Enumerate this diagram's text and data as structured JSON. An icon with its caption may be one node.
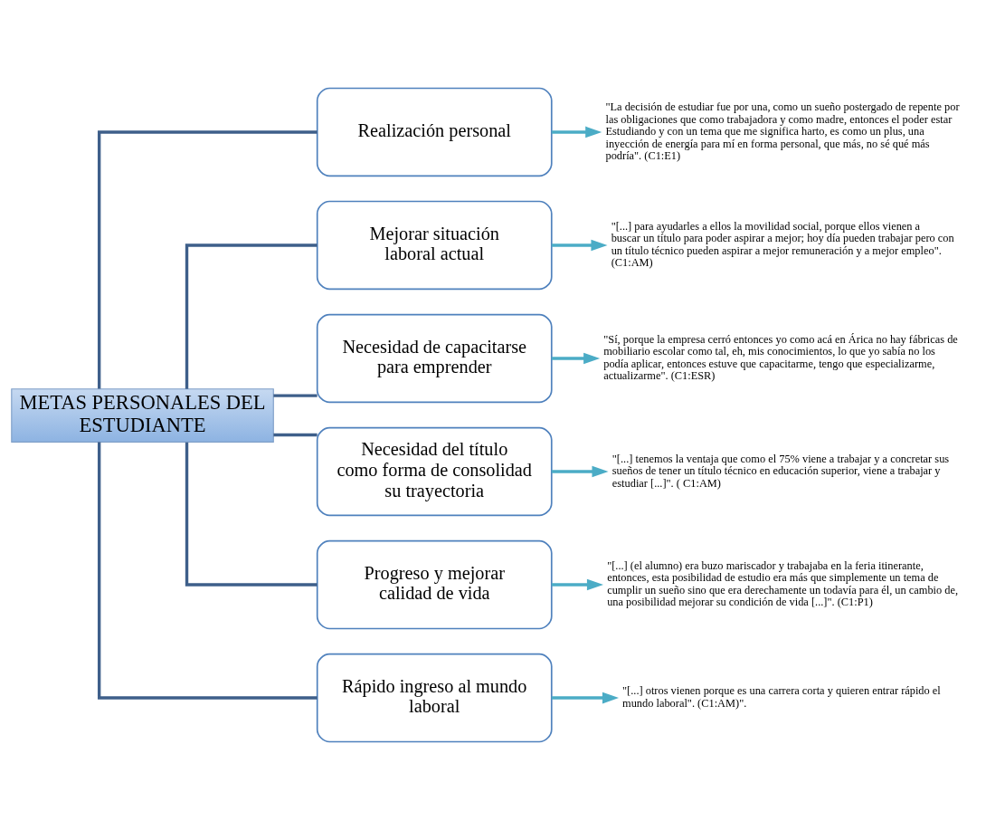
{
  "diagram": {
    "nodes": [
      {
        "text": [
          "METAS PERSONALES DEL ESTUDIANTE"
        ]
      },
      {
        "text": [
          "Realización personal"
        ]
      },
      {
        "text": [
          "\"La decisión de estudiar fue por una, como un sueño postergado de repente por las obligaciones que como trabajadora y como madre, entonces el poder estar Estudiando y con un tema que me significa harto, es como un plus, una inyección de energía para mí en forma personal, que más, no sé qué más podría\". (C1:E1)"
        ]
      },
      {
        "text": [
          "Mejorar situación laboral actual"
        ]
      },
      {
        "text": [
          "\"[...] para ayudarles a ellos la movilidad social, porque ellos vienen a buscar un título para poder aspirar a mejor; hoy día pueden trabajar pero con un título técnico pueden aspirar a mejor remuneración y a mejor empleo\". (C1:AM)"
        ]
      },
      {
        "text": [
          "Necesidad de capacitarse para emprender"
        ]
      },
      {
        "text": [
          "\"Sí, porque la empresa cerró entonces yo como acá en Árica no hay fábricas de mobiliario escolar como tal, eh, mis conocimientos, lo que yo sabía no los podía aplicar, entonces estuve que capacitarme, tengo que especializarme, actualizarme\". (C1:ESR)"
        ]
      },
      {
        "text": [
          "Necesidad del título como forma de consolidad su trayectoria"
        ]
      },
      {
        "text": [
          "\"[...] tenemos la ventaja que como el 75% viene a trabajar y a concretar sus sueños de tener un título técnico en educación superior, viene a trabajar y estudiar [...]\". ( C1:AM)"
        ]
      },
      {
        "text": [
          "Progreso y mejorar calidad de vida"
        ]
      },
      {
        "text": [
          "\"[...] (el alumno) era buzo mariscador y trabajaba en la feria itinerante, entonces, esta posibilidad de estudio era más que simplemente un tema de cumplir un sueño sino que era derechamente un todavía para él, un cambio de, una posibilidad mejorar su condición de vida [...]\". (C1:P1)"
        ]
      },
      {
        "text": [
          "Rápido ingreso al mundo laboral"
        ]
      },
      {
        "text": [
          "\"[...] otros vienen porque es una carrera corta y quieren entrar rápido el mundo laboral\". (C1:AM)\"."
        ]
      }
    ],
    "edges": [
      {
        "from": 0,
        "to": 1,
        "arrow": "none",
        "color": "#3e5f8a"
      },
      {
        "from": 0,
        "to": 3,
        "arrow": "none",
        "color": "#3e5f8a"
      },
      {
        "from": 0,
        "to": 5,
        "arrow": "none",
        "color": "#3e5f8a"
      },
      {
        "from": 0,
        "to": 7,
        "arrow": "none",
        "color": "#3e5f8a"
      },
      {
        "from": 0,
        "to": 9,
        "arrow": "none",
        "color": "#3e5f8a"
      },
      {
        "from": 0,
        "to": 11,
        "arrow": "none",
        "color": "#3e5f8a"
      },
      {
        "from": 1,
        "to": 2,
        "arrow": "to",
        "color": "#4bacc6"
      },
      {
        "from": 3,
        "to": 4,
        "arrow": "to",
        "color": "#4bacc6"
      },
      {
        "from": 5,
        "to": 6,
        "arrow": "to",
        "color": "#4bacc6"
      },
      {
        "from": 7,
        "to": 8,
        "arrow": "to",
        "color": "#4bacc6"
      },
      {
        "from": 9,
        "to": 10,
        "arrow": "to",
        "color": "#4bacc6"
      },
      {
        "from": 11,
        "to": 12,
        "arrow": "to",
        "color": "#4bacc6"
      }
    ]
  }
}
